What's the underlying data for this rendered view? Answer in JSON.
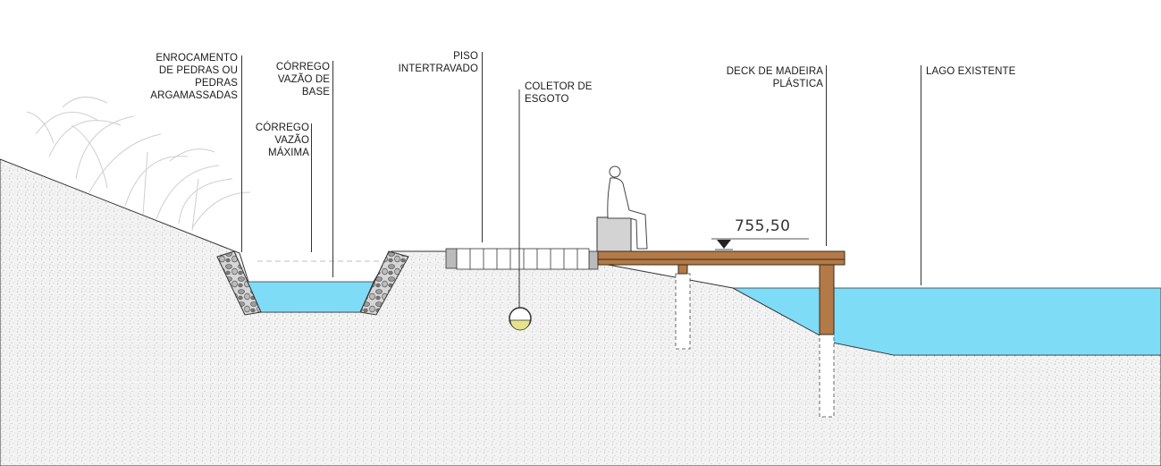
{
  "labels": {
    "enrocamento": "ENROCAMENTO\nDE PEDRAS OU\nPEDRAS\nARGAMASSADAS",
    "corrego_base": "CÓRREGO\nVAZÃO DE\nBASE",
    "corrego_maxima": "CÓRREGO\nVAZÃO\nMÁXIMA",
    "piso": "PISO\nINTERTRAVADO",
    "coletor": "COLETOR DE\nESGOTO",
    "deck": "DECK DE MADEIRA\nPLÁSTICA",
    "lago": "LAGO EXISTENTE"
  },
  "elevation": "755,50",
  "colors": {
    "water": "#7fdcf7",
    "wood": "#b37a47",
    "soil": "#f4f4f4",
    "pipe": "#e6e28a"
  }
}
